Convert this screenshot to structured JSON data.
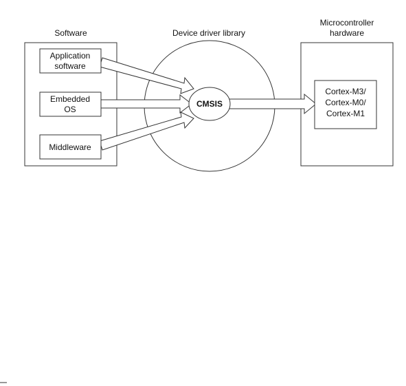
{
  "headers": {
    "software": "Software",
    "library": "Device driver library",
    "hardware_line1": "Microcontroller",
    "hardware_line2": "hardware"
  },
  "software_blocks": [
    {
      "line1": "Application",
      "line2": "software"
    },
    {
      "line1": "Embedded",
      "line2": "OS"
    },
    {
      "line1": "Middleware",
      "line2": ""
    }
  ],
  "center": {
    "label": "CMSIS"
  },
  "cores": {
    "line1": "Cortex-M3/",
    "line2": "Cortex-M0/",
    "line3": "Cortex-M1"
  }
}
